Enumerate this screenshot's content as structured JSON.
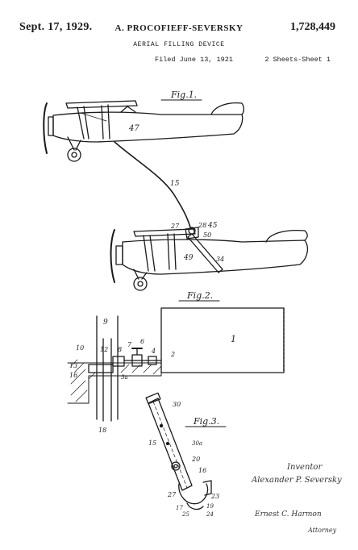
{
  "header": {
    "date": "Sept. 17, 1929.",
    "inventor_name": "A. PROCOFIEFF-SEVERSKY",
    "patent_number": "1,728,449",
    "title": "AERIAL FILLING DEVICE",
    "filed": "Filed June 13, 1921",
    "sheets": "2 Sheets-Sheet  1"
  },
  "figures": {
    "fig1": "Fig.1.",
    "fig2": "Fig.2.",
    "fig3": "Fig.3."
  },
  "fig1_labels": {
    "n47": "47",
    "n15": "15",
    "n28": "28",
    "n27": "27",
    "n45": "45",
    "n50": "50",
    "n49": "49",
    "n34": "34"
  },
  "fig2_labels": {
    "n9": "9",
    "n1": "1",
    "n10": "10",
    "n12": "12",
    "n8": "8",
    "n7": "7",
    "n6": "6",
    "n4": "4",
    "n2": "2",
    "n13": "13",
    "n16": "16",
    "n3a": "3a",
    "n18": "18"
  },
  "fig3_labels": {
    "n30": "30",
    "n15": "15",
    "n30a": "30a",
    "n20": "20",
    "n16": "16",
    "n27": "27",
    "n23": "23",
    "n17": "17",
    "n19": "19",
    "n25": "25",
    "n24": "24"
  },
  "signatures": {
    "inventor_caption": "Inventor",
    "inventor": "Alexander P. Seversky",
    "attorney_name": "Ernest C. Harmon",
    "attorney_caption": "Attorney"
  }
}
